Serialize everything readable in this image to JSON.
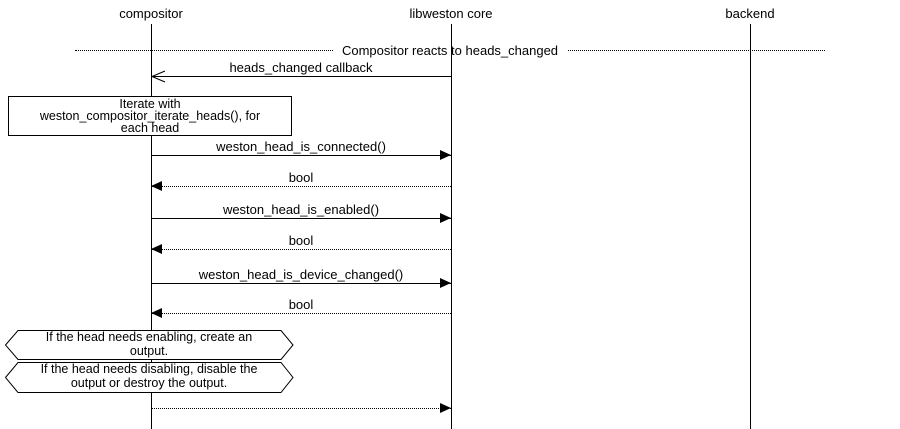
{
  "diagram": {
    "divider": {
      "label": "Compositor reacts to heads_changed"
    },
    "actors": [
      {
        "name": "compositor"
      },
      {
        "name": "libweston core"
      },
      {
        "name": "backend"
      }
    ],
    "messages": [
      {
        "label": "heads_changed callback",
        "from": "libweston core",
        "to": "compositor",
        "style": "solid",
        "arrowhead": "open"
      },
      {
        "label": "weston_head_is_connected()",
        "from": "compositor",
        "to": "libweston core",
        "style": "solid",
        "arrowhead": "filled"
      },
      {
        "label": "bool",
        "from": "libweston core",
        "to": "compositor",
        "style": "dotted",
        "arrowhead": "filled"
      },
      {
        "label": "weston_head_is_enabled()",
        "from": "compositor",
        "to": "libweston core",
        "style": "solid",
        "arrowhead": "filled"
      },
      {
        "label": "bool",
        "from": "libweston core",
        "to": "compositor",
        "style": "dotted",
        "arrowhead": "filled"
      },
      {
        "label": "weston_head_is_device_changed()",
        "from": "compositor",
        "to": "libweston core",
        "style": "solid",
        "arrowhead": "filled"
      },
      {
        "label": "bool",
        "from": "libweston core",
        "to": "compositor",
        "style": "dotted",
        "arrowhead": "filled"
      },
      {
        "label": "",
        "from": "compositor",
        "to": "libweston core",
        "style": "dotted",
        "arrowhead": "filled"
      }
    ],
    "note": {
      "lines": [
        "Iterate with",
        "weston_compositor_iterate_heads(), for",
        "each head"
      ]
    },
    "conditions": [
      {
        "lines": [
          "If the head needs enabling, create an",
          "output."
        ]
      },
      {
        "lines": [
          "If the head needs disabling, disable the",
          "output or destroy the output."
        ]
      }
    ],
    "colors": {
      "line": "#000000",
      "background": "#ffffff"
    }
  }
}
